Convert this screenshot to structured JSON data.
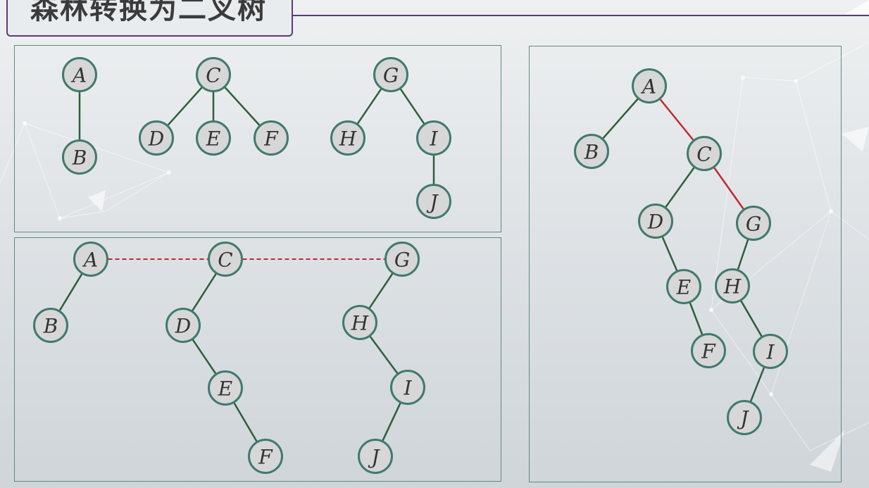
{
  "title": "森林转换为二叉树",
  "colors": {
    "title_border": "#5b3b78",
    "panel_border": "#5f8a80",
    "node_fill": "#d7d7d7",
    "node_stroke": "#3f7a6e",
    "tree_edge": "#2f5f3a",
    "sibling_edge": "#c0282e"
  },
  "diagrams": [
    {
      "name": "forest",
      "nodes": [
        "A",
        "B",
        "C",
        "D",
        "E",
        "F",
        "G",
        "H",
        "I",
        "J"
      ],
      "edges": [
        [
          "A",
          "B",
          "tree"
        ],
        [
          "C",
          "D",
          "tree"
        ],
        [
          "C",
          "E",
          "tree"
        ],
        [
          "C",
          "F",
          "tree"
        ],
        [
          "G",
          "H",
          "tree"
        ],
        [
          "G",
          "I",
          "tree"
        ],
        [
          "I",
          "J",
          "tree"
        ]
      ]
    },
    {
      "name": "linked",
      "nodes": [
        "A",
        "B",
        "C",
        "D",
        "E",
        "F",
        "G",
        "H",
        "I",
        "J"
      ],
      "edges": [
        [
          "A",
          "C",
          "dashed"
        ],
        [
          "C",
          "G",
          "dashed"
        ],
        [
          "A",
          "B",
          "tree"
        ],
        [
          "C",
          "D",
          "tree"
        ],
        [
          "D",
          "E",
          "tree"
        ],
        [
          "E",
          "F",
          "tree"
        ],
        [
          "G",
          "H",
          "tree"
        ],
        [
          "H",
          "I",
          "tree"
        ],
        [
          "I",
          "J",
          "tree"
        ]
      ]
    },
    {
      "name": "binary",
      "nodes": [
        "A",
        "B",
        "C",
        "D",
        "E",
        "F",
        "G",
        "H",
        "I",
        "J"
      ],
      "edges": [
        [
          "A",
          "B",
          "tree"
        ],
        [
          "A",
          "C",
          "sibling"
        ],
        [
          "C",
          "D",
          "tree"
        ],
        [
          "C",
          "G",
          "sibling"
        ],
        [
          "D",
          "E",
          "tree"
        ],
        [
          "E",
          "F",
          "tree"
        ],
        [
          "G",
          "H",
          "tree"
        ],
        [
          "H",
          "I",
          "tree"
        ],
        [
          "I",
          "J",
          "tree"
        ]
      ]
    }
  ]
}
